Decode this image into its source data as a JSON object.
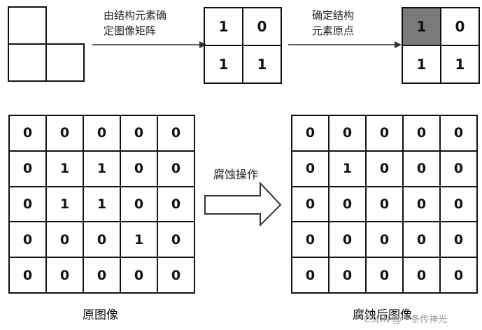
{
  "colors": {
    "grid_line": "#111111",
    "origin_fill": "#7a7a7a",
    "arrow": "#333333",
    "watermark": "#9a9a9a"
  },
  "step_labels": {
    "derive_matrix": [
      "由结构元素确",
      "定图像矩阵"
    ],
    "set_origin": [
      "确定结构",
      "元素原点"
    ]
  },
  "structuring_element_matrix": [
    [
      "1",
      "0"
    ],
    [
      "1",
      "1"
    ]
  ],
  "origin_matrix": {
    "values": [
      [
        "1",
        "0"
      ],
      [
        "1",
        "1"
      ]
    ],
    "origin_cell": [
      0,
      0
    ]
  },
  "operation_label": "腐蚀操作",
  "original_image": {
    "caption": "原图像",
    "values": [
      [
        "0",
        "0",
        "0",
        "0",
        "0"
      ],
      [
        "0",
        "1",
        "1",
        "0",
        "0"
      ],
      [
        "0",
        "1",
        "1",
        "0",
        "0"
      ],
      [
        "0",
        "0",
        "0",
        "1",
        "0"
      ],
      [
        "0",
        "0",
        "0",
        "0",
        "0"
      ]
    ]
  },
  "eroded_image": {
    "caption": "腐蚀后图像",
    "values": [
      [
        "0",
        "0",
        "0",
        "0",
        "0"
      ],
      [
        "0",
        "1",
        "0",
        "0",
        "0"
      ],
      [
        "0",
        "0",
        "0",
        "0",
        "0"
      ],
      [
        "0",
        "0",
        "0",
        "0",
        "0"
      ],
      [
        "0",
        "0",
        "0",
        "0",
        "0"
      ]
    ]
  },
  "watermark": "CSDN @一条传神光"
}
